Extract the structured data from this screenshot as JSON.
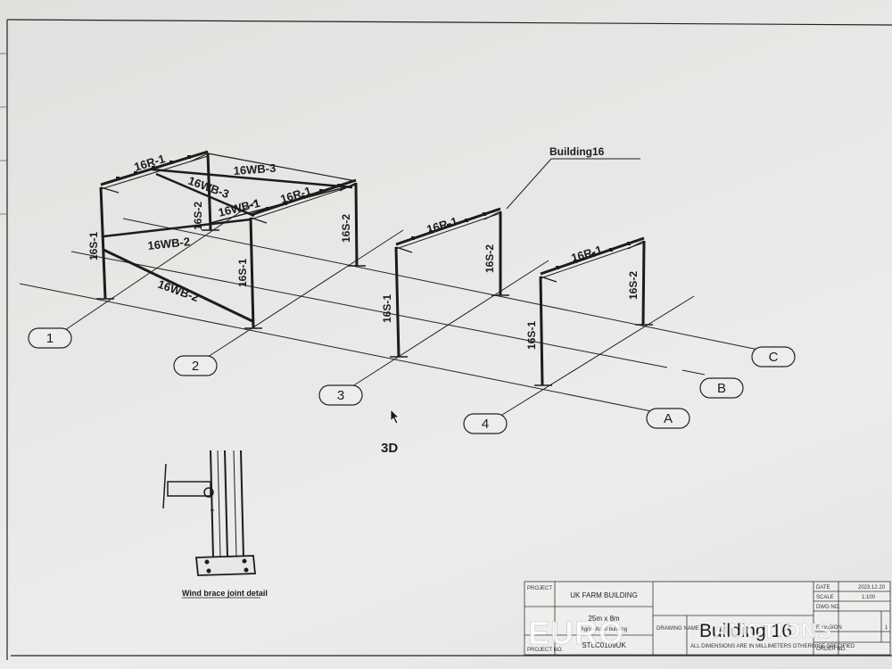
{
  "drawing": {
    "view_label": "3D",
    "callout_label": "Building16",
    "grid_numbers": [
      "1",
      "2",
      "3",
      "4"
    ],
    "grid_letters": [
      "A",
      "B",
      "C"
    ],
    "members": {
      "rafter": "16R-1",
      "column_front": "16S-1",
      "column_back": "16S-2",
      "roof_brace_1": "16WB-1",
      "wall_brace_2": "16WB-2",
      "roof_brace_3": "16WB-3"
    },
    "detail_caption": "Wind brace joint detail"
  },
  "title_block": {
    "project_label": "PROJECT",
    "project_value": "UK FARM BUILDING",
    "size_value": "25m x 8m",
    "type_value": "Agricultural building",
    "code_value": "STLC0109UK",
    "project_no_label": "PROJECT NO.",
    "drawing_name_label": "DRAWING NAME",
    "drawing_name_value": "Building 16",
    "units_note": "ALL DIMENSIONS ARE IN MILLIMETERS OTHERWISE SPECIFIED",
    "date_label": "DATE",
    "date_value": "2023.12.20",
    "scale_label": "SCALE",
    "scale_value": "1:100",
    "dwg_no_label": "DWG NO.",
    "revision_label": "REVISION",
    "order_label": "ORDER NO.",
    "sheet_value": "1"
  },
  "watermark": {
    "brand_left": "EURO",
    "brand_right": "AUCTIONS"
  },
  "colors": {
    "paper": "#e9ebe8",
    "ink": "#1c1c1c",
    "watermark": "#ffffff"
  }
}
